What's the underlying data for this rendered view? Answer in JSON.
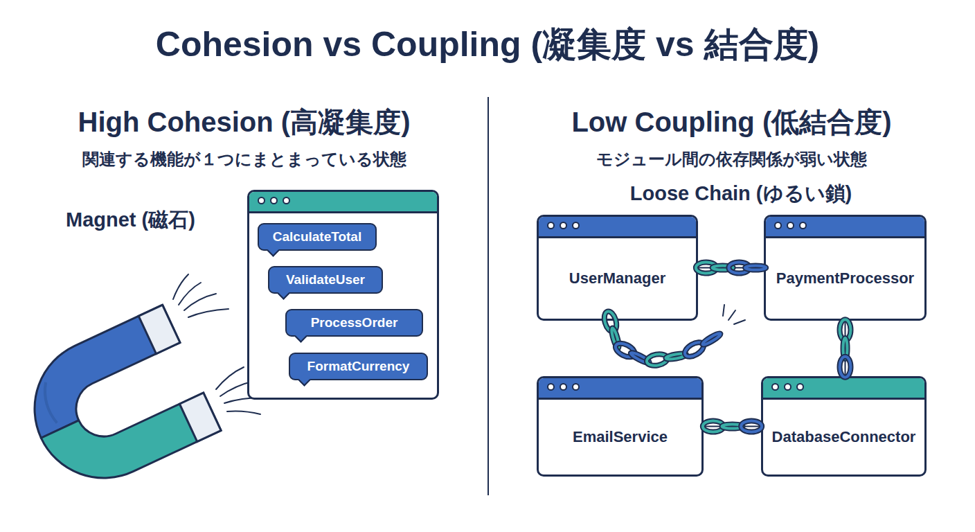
{
  "diagram": {
    "title": "Cohesion vs Coupling (凝集度 vs 結合度)",
    "nodes": [
      {
        "text": [
          "CalculateTotal"
        ]
      },
      {
        "text": [
          "ValidateUser"
        ]
      },
      {
        "text": [
          "ProcessOrder"
        ]
      },
      {
        "text": [
          "FormatCurrency"
        ]
      },
      {
        "text": [
          "UserManager"
        ]
      },
      {
        "text": [
          "PaymentProcessor"
        ]
      },
      {
        "text": [
          "EmailService"
        ]
      },
      {
        "text": [
          "DatabaseConnector"
        ]
      }
    ],
    "edges": [
      {
        "from": 4,
        "to": 5,
        "arrow": "none"
      },
      {
        "from": 5,
        "to": 7,
        "arrow": "none"
      },
      {
        "from": 6,
        "to": 7,
        "arrow": "none"
      }
    ],
    "labels": [
      "High Cohesion (高凝集度)",
      "関連する機能が１つにまとまっている状態",
      "Magnet (磁石)",
      "Low Coupling (低結合度)",
      "モジュール間の依存関係が弱い状態",
      "Loose Chain (ゆるい鎖)"
    ]
  }
}
